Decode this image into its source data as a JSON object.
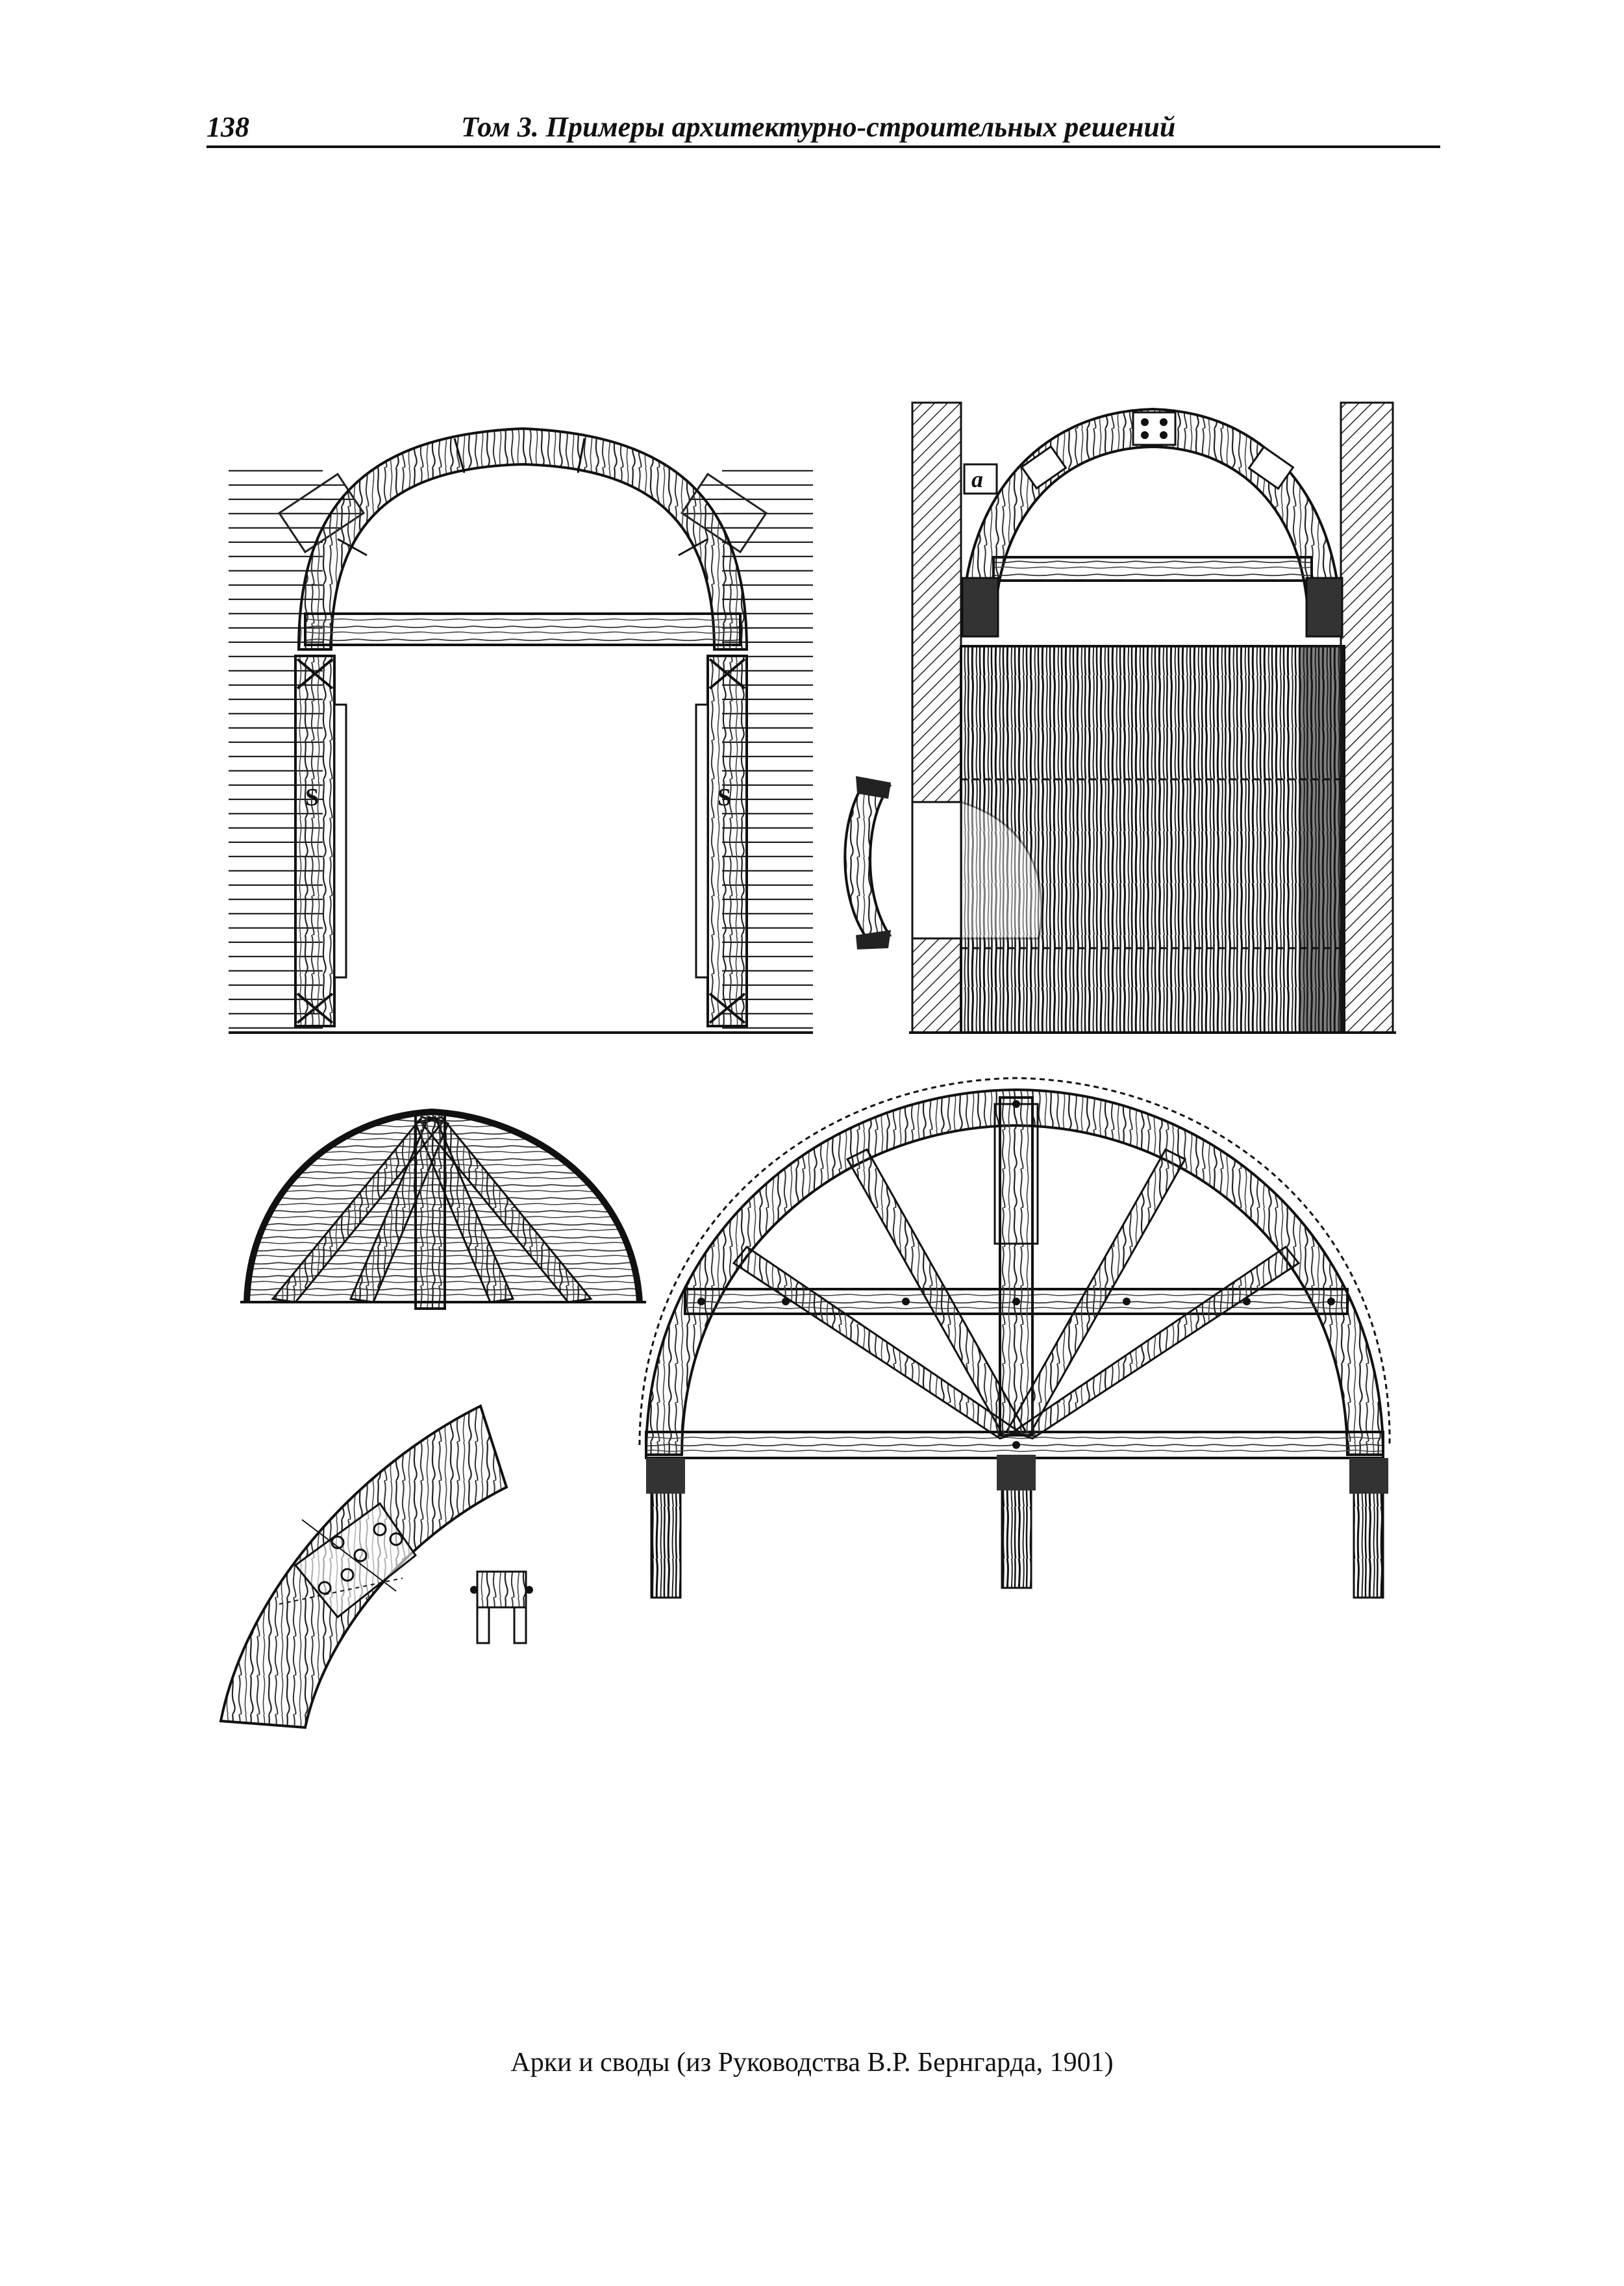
{
  "header": {
    "page_number": "138",
    "running_title": "Том 3. Примеры архитектурно-строительных решений"
  },
  "figure": {
    "caption": "Арки и своды (из Руководства В.Р. Бернгарда, 1901)",
    "panels": [
      "arched-doorway-elevation",
      "arch-with-door-elevation",
      "curved-arch-segment",
      "half-dome-frame",
      "large-arch-truss",
      "arch-joint-detail",
      "bolt-clamp-detail"
    ],
    "labels": {
      "s_marks": "S",
      "a_mark": "a"
    }
  }
}
